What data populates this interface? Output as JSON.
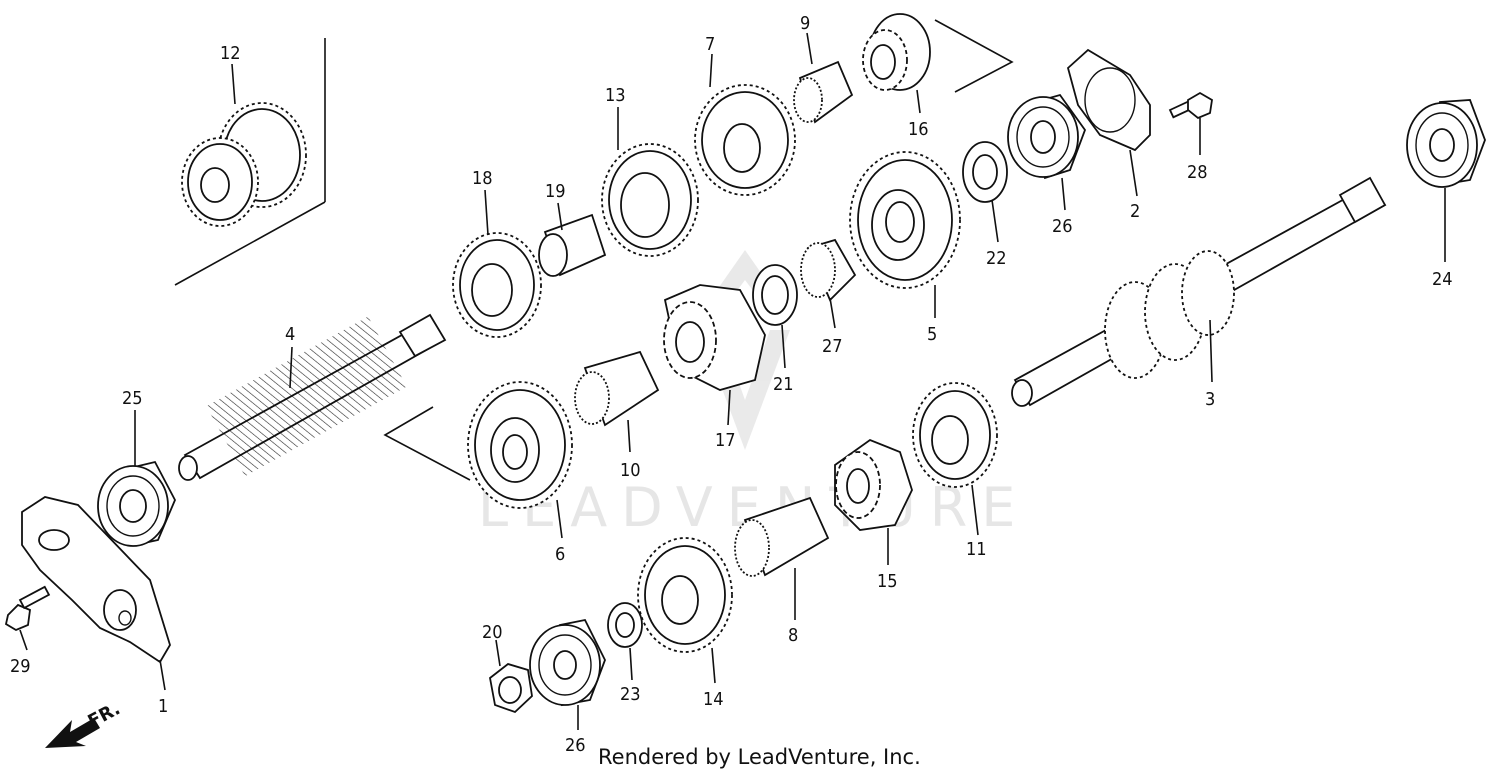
{
  "watermark": "LEADVENTURE",
  "credit": "Rendered by LeadVenture, Inc.",
  "direction_label": "FR.",
  "callouts": [
    "1",
    "2",
    "3",
    "4",
    "5",
    "6",
    "7",
    "8",
    "9",
    "10",
    "11",
    "12",
    "13",
    "14",
    "15",
    "16",
    "17",
    "18",
    "19",
    "20",
    "21",
    "22",
    "23",
    "24",
    "25",
    "26",
    "26",
    "27",
    "28",
    "29"
  ]
}
